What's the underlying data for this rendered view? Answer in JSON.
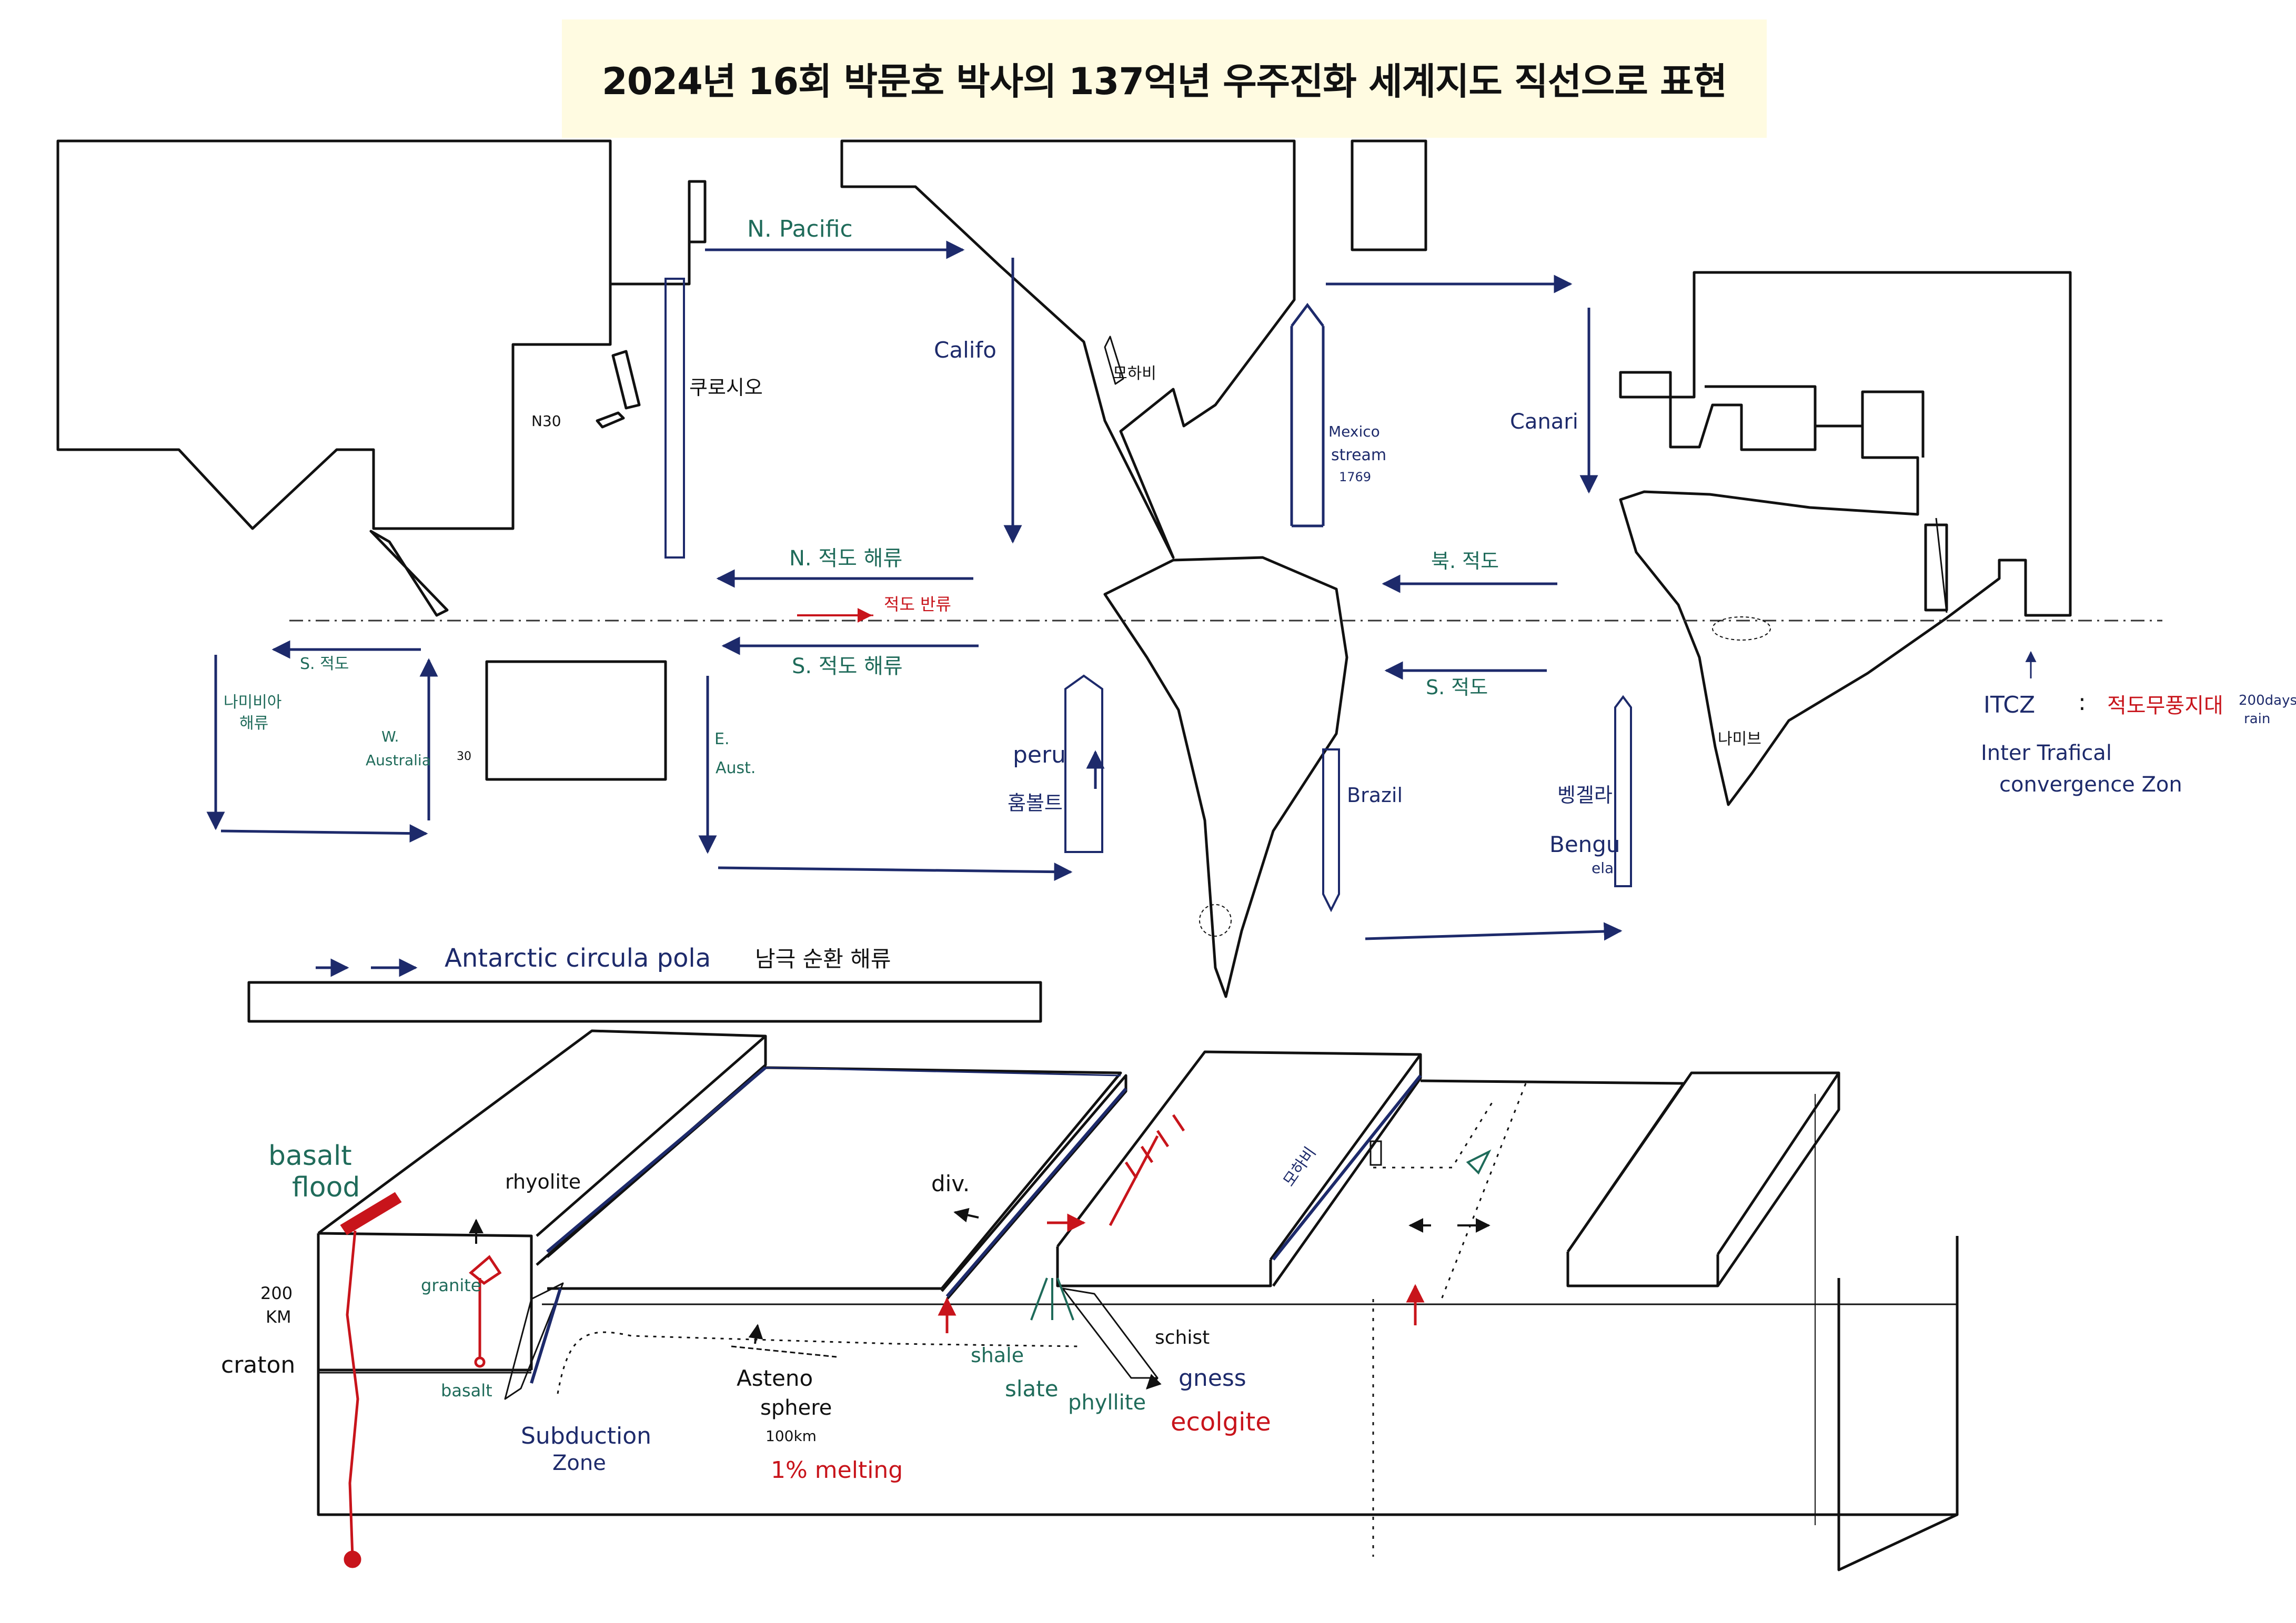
{
  "title": "2024년 16회 박문호 박사의 137억년 우주진화 세계지도 직선으로 표현",
  "colors": {
    "outline": "#111111",
    "current_blue": "#1d2a6b",
    "label_green": "#1f6b5a",
    "accent_red": "#c8141b",
    "banner_bg": "#fffbe1"
  },
  "map_labels": {
    "n_pacific": "N. Pacific",
    "kuroshio": "쿠로시오",
    "n30": "N30",
    "califo": "Califo",
    "mojave": "모하비",
    "mexico_stream_1": "Mexico",
    "mexico_stream_2": "stream",
    "mexico_stream_3": "1769",
    "canari": "Canari",
    "n_eq_current": "N. 적도 해류",
    "eq_countercurrent": "적도 반류",
    "s_eq_current": "S. 적도 해류",
    "n_eq_atlantic": "북. 적도",
    "s_eq_atlantic": "S. 적도",
    "s_eq_indian": "S. 적도",
    "namibia_1": "나미비아",
    "namibia_2": "해류",
    "w_australia_1": "W.",
    "w_australia_2": "Australia",
    "thirty": "30",
    "e_aust_1": "E.",
    "e_aust_2": "Aust.",
    "peru": "peru",
    "humboldt": "훔볼트",
    "brazil": "Brazil",
    "benguela_kr": "벵겔라",
    "benguela_1": "Bengu",
    "benguela_2": "ela",
    "namib": "나미브",
    "itcz": "ITCZ",
    "itcz_colon": ":",
    "itcz_kr": "적도무풍지대",
    "days_1": "200days",
    "days_2": "rain",
    "itcz_en_1": "Inter Trafical",
    "itcz_en_2": "convergence Zon",
    "antarctic": "Antarctic circula pola",
    "antarctic_kr": "남극 순환 해류"
  },
  "cross_section_labels": {
    "basalt_flood_1": "basalt",
    "basalt_flood_2": "flood",
    "rhyolite": "rhyolite",
    "granite": "granite",
    "depth_1": "200",
    "depth_2": "KM",
    "craton": "craton",
    "basalt": "basalt",
    "subduction_1": "Subduction",
    "subduction_2": "Zone",
    "astheno_1": "Asteno",
    "astheno_2": "sphere",
    "astheno_3": "100km",
    "melting": "1% melting",
    "div": "div.",
    "shale": "shale",
    "slate": "slate",
    "phyllite": "phyllite",
    "schist": "schist",
    "gneiss": "gness",
    "eclogite": "ecolgite",
    "mojave": "모하비"
  }
}
